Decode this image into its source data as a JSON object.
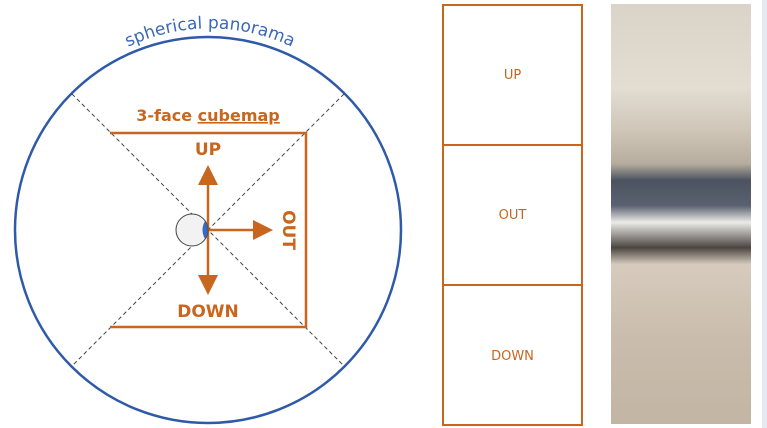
{
  "diagram": {
    "sphere_label": "spherical panorama",
    "cubemap_label_prefix": "3-face ",
    "cubemap_label_word": "cubemap",
    "up_label": "UP",
    "down_label": "DOWN",
    "out_label": "OUT"
  },
  "faces": [
    "UP",
    "OUT",
    "DOWN"
  ],
  "colors": {
    "sphere": "#2f5aa8",
    "cube": "#c8661e",
    "dashed": "#444444"
  },
  "photo": {
    "icon": "church-interior-panorama-image"
  }
}
